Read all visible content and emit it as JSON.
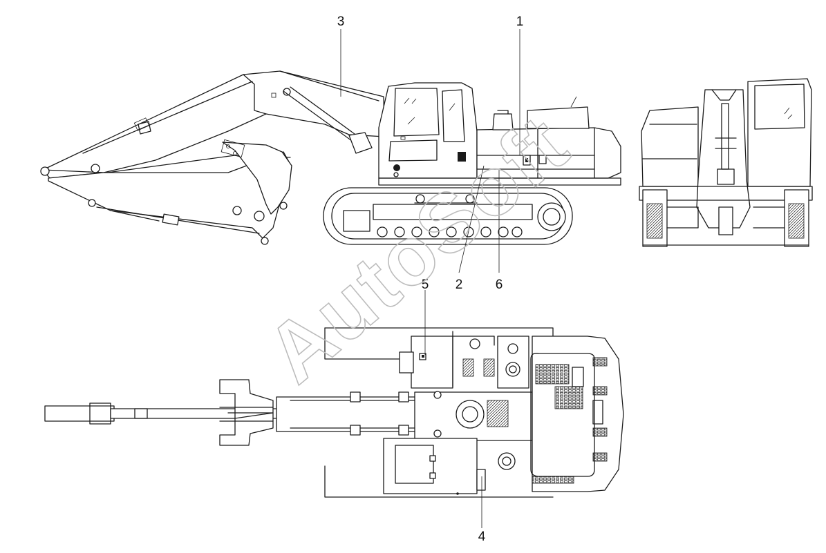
{
  "callouts": {
    "c1": "1",
    "c2": "2",
    "c3": "3",
    "c4": "4",
    "c5": "5",
    "c6": "6"
  },
  "watermark": "AutoSoft",
  "colors": {
    "line": "#1a1a1a",
    "watermark": "#bdbdbd",
    "background": "#ffffff"
  }
}
